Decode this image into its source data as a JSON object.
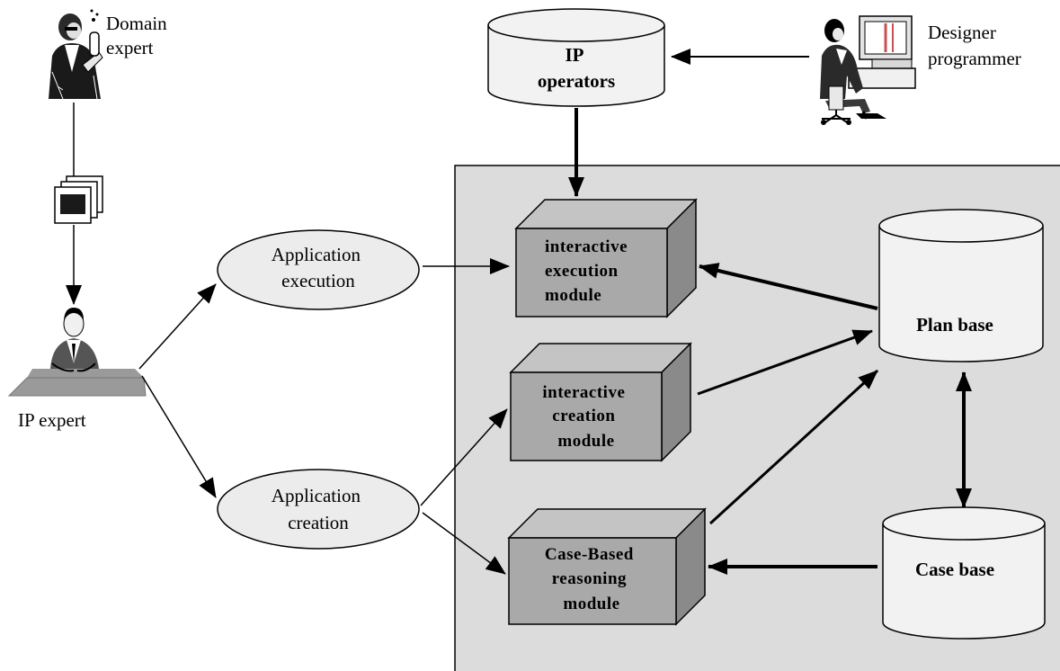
{
  "actors": {
    "domain_expert": [
      "Domain",
      "expert"
    ],
    "designer_programmer": [
      "Designer",
      "programmer"
    ],
    "ip_expert": "IP expert"
  },
  "databases": {
    "ip_operators": [
      "IP",
      "operators"
    ],
    "plan_base": "Plan base",
    "case_base": "Case base"
  },
  "processes": {
    "application_execution": [
      "Application",
      "execution"
    ],
    "application_creation": [
      "Application",
      "creation"
    ]
  },
  "modules": {
    "interactive_execution": [
      "interactive",
      "execution",
      "module"
    ],
    "interactive_creation": [
      "interactive",
      "creation",
      "module"
    ],
    "case_based_reasoning": [
      "Case-Based",
      "reasoning",
      "module"
    ]
  },
  "colors": {
    "system_panel": "#dcdcdc",
    "module_front": "#a9a9a9",
    "module_top": "#c4c4c4",
    "module_side": "#8a8a8a",
    "ellipse_fill": "#ececec",
    "cylinder_fill": "#f2f2f2"
  }
}
